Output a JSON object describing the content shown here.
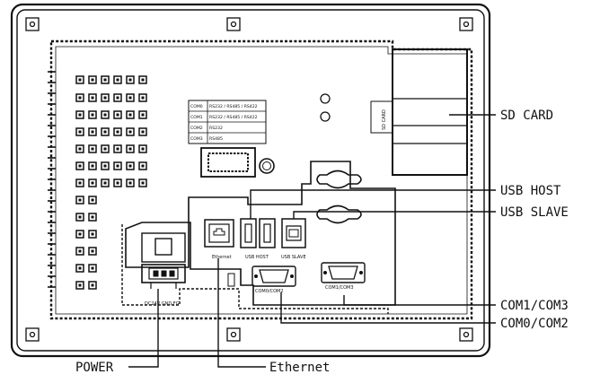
{
  "callouts": {
    "sd_card": "SD CARD",
    "usb_host": "USB HOST",
    "usb_slave": "USB SLAVE",
    "com1_com3": "COM1/COM3",
    "com0_com2": "COM0/COM2",
    "power": "POWER",
    "ethernet": "Ethernet"
  },
  "port_labels": {
    "ethernet": "Ethernet",
    "usb_host": "USB HOST",
    "usb_slave": "USB SLAVE",
    "com0_com2": "COM0/COM2",
    "com1_com3": "COM1/COM3",
    "sd_card": "SD CARD",
    "power_terminals": "DC24V  GND   FG"
  },
  "com_table": [
    {
      "port": "COM0",
      "spec": "RS232 / RS485 / RS422"
    },
    {
      "port": "COM1",
      "spec": "RS232 / RS485 / RS422"
    },
    {
      "port": "COM2",
      "spec": "RS232"
    },
    {
      "port": "COM3",
      "spec": "RS485"
    }
  ]
}
